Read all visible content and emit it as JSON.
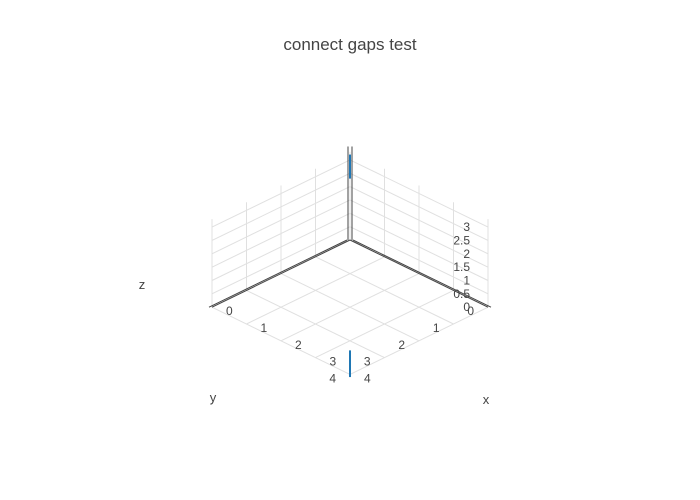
{
  "chart_data": {
    "type": "line3d",
    "title": "connect gaps test",
    "axes": {
      "x": {
        "label": "x",
        "ticks": [
          "0",
          "1",
          "2",
          "3",
          "4"
        ],
        "range": [
          0,
          4
        ]
      },
      "y": {
        "label": "y",
        "ticks": [
          "0",
          "1",
          "2",
          "3",
          "4"
        ],
        "range": [
          0,
          4
        ]
      },
      "z": {
        "label": "z",
        "ticks": [
          "0",
          "0.5",
          "1",
          "1.5",
          "2",
          "2.5",
          "3"
        ],
        "range": [
          0,
          3
        ]
      }
    },
    "grid": true,
    "series": [
      {
        "color": "#1f77b4",
        "segments": [
          {
            "x": [
              0,
              0
            ],
            "y": [
              0,
              0
            ],
            "z": [
              2.3,
              3.2
            ]
          },
          {
            "x": [
              4,
              4
            ],
            "y": [
              4,
              4
            ],
            "z": [
              -0.1,
              0.9
            ]
          }
        ]
      }
    ]
  }
}
